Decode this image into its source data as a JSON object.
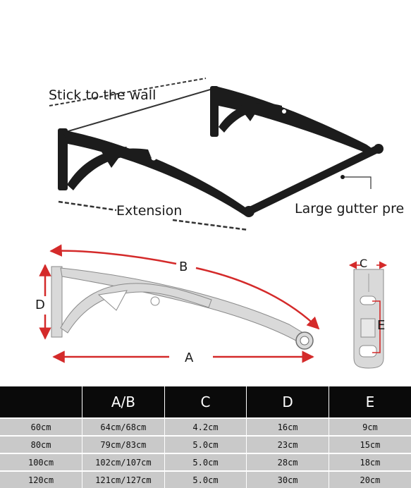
{
  "photo_labels": {
    "stick_to_wall": "Stick to the wall",
    "extension": "Extension",
    "gutter": "Large gutter pre"
  },
  "dimension_labels": {
    "a": "A",
    "b": "B",
    "c": "C",
    "d": "D",
    "e": "E"
  },
  "colors": {
    "frame": "#1c1c1c",
    "dimension_arrow": "#d42a2a",
    "bracket_fill": "#d9d9d9",
    "table_header": "#0a0a0a",
    "table_cell": "#c9c9c9"
  },
  "table": {
    "headers": [
      "",
      "A/B",
      "C",
      "D",
      "E"
    ],
    "rows": [
      [
        "60cm",
        "64cm/68cm",
        "4.2cm",
        "16cm",
        "9cm"
      ],
      [
        "80cm",
        "79cm/83cm",
        "5.0cm",
        "23cm",
        "15cm"
      ],
      [
        "100cm",
        "102cm/107cm",
        "5.0cm",
        "28cm",
        "18cm"
      ],
      [
        "120cm",
        "121cm/127cm",
        "5.0cm",
        "30cm",
        "20cm"
      ]
    ]
  }
}
